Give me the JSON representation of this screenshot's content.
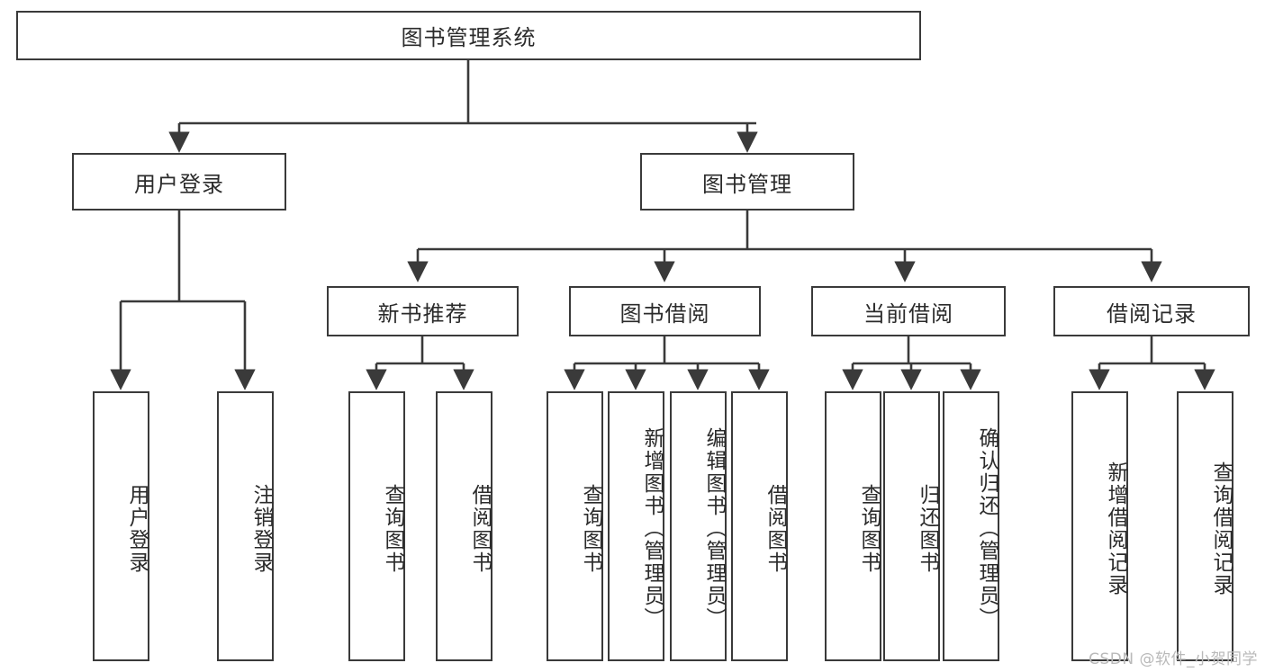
{
  "diagram": {
    "type": "tree-hierarchy-chart",
    "title": "图书管理系统",
    "watermark": "CSDN @软件_小贺同学",
    "colors": {
      "box_border": "#3a3a3a",
      "box_fill": "#ffffff",
      "connector": "#3a3a3a",
      "text": "#2b2b2b",
      "watermark": "#b9b9b9",
      "background": "#ffffff"
    },
    "root": {
      "label": "图书管理系统"
    },
    "level2": [
      {
        "id": "user-login",
        "label": "用户登录"
      },
      {
        "id": "book-management",
        "label": "图书管理"
      }
    ],
    "level3": [
      {
        "id": "new-book-recommend",
        "label": "新书推荐"
      },
      {
        "id": "book-borrow",
        "label": "图书借阅"
      },
      {
        "id": "current-borrow",
        "label": "当前借阅"
      },
      {
        "id": "borrow-record",
        "label": "借阅记录"
      }
    ],
    "leaves": {
      "user_login": [
        {
          "id": "leaf-user-login",
          "label": "用户登录"
        },
        {
          "id": "leaf-logout-login",
          "label": "注销登录"
        }
      ],
      "new_book_recommend": [
        {
          "id": "leaf-query-book-1",
          "label": "查询图书"
        },
        {
          "id": "leaf-borrow-book-1",
          "label": "借阅图书"
        }
      ],
      "book_borrow": [
        {
          "id": "leaf-query-book-2",
          "label": "查询图书"
        },
        {
          "id": "leaf-add-book",
          "label": "新增图书（管理员）"
        },
        {
          "id": "leaf-edit-book",
          "label": "编辑图书（管理员）"
        },
        {
          "id": "leaf-borrow-book-2",
          "label": "借阅图书"
        }
      ],
      "current_borrow": [
        {
          "id": "leaf-query-book-3",
          "label": "查询图书"
        },
        {
          "id": "leaf-return-book",
          "label": "归还图书"
        },
        {
          "id": "leaf-confirm-return",
          "label": "确认归还（管理员）"
        }
      ],
      "borrow_record": [
        {
          "id": "leaf-add-record",
          "label": "新增借阅记录"
        },
        {
          "id": "leaf-query-record",
          "label": "查询借阅记录"
        }
      ]
    }
  }
}
